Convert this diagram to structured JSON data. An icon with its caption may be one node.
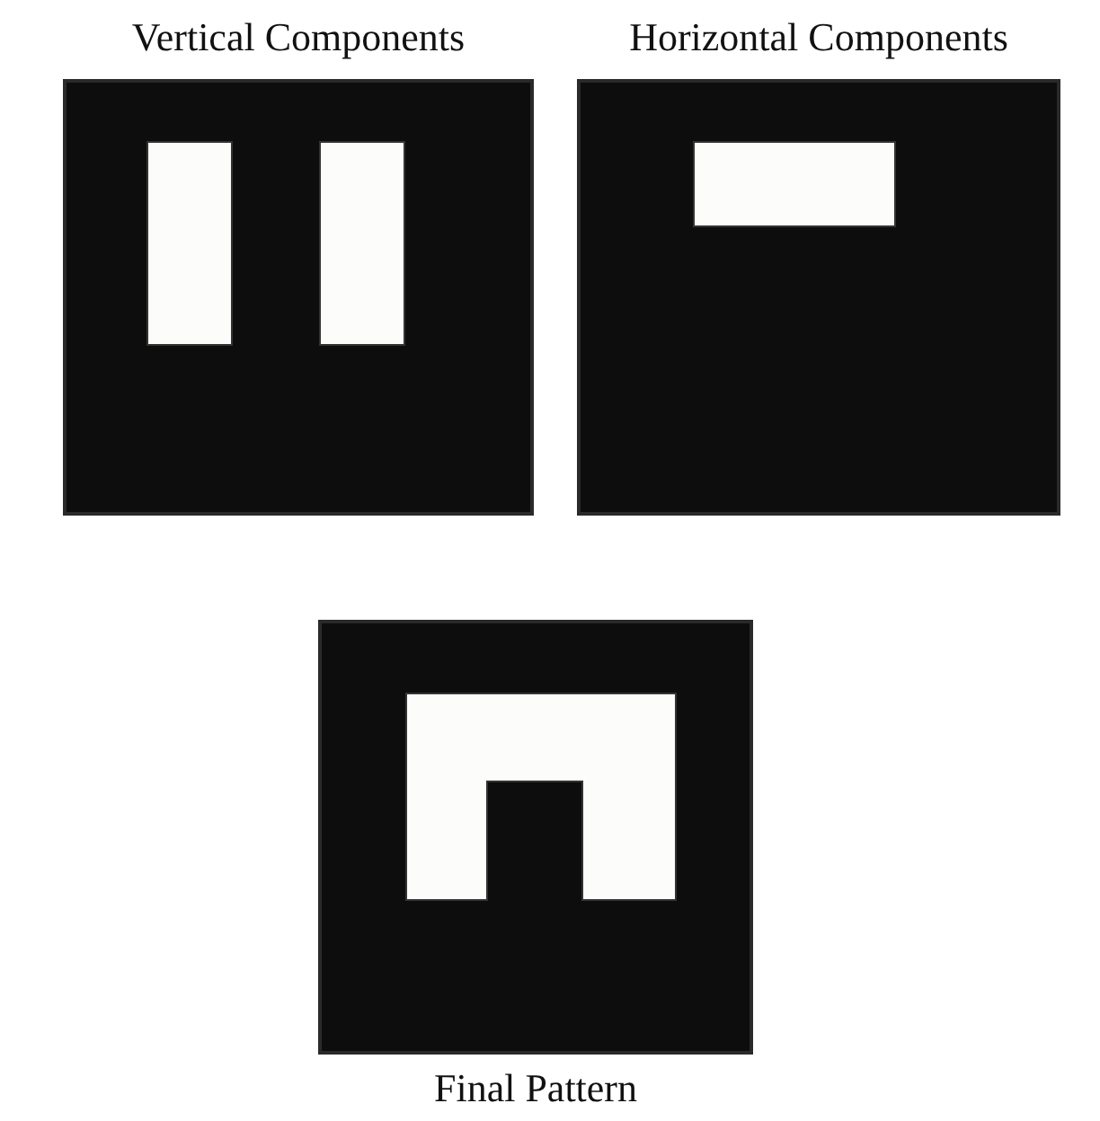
{
  "diagram": {
    "nodes": [
      {
        "text": [
          "Vertical Components"
        ]
      },
      {
        "text": [
          "Horizontal Components"
        ]
      },
      {
        "text": [
          "Final Pattern"
        ]
      }
    ]
  }
}
